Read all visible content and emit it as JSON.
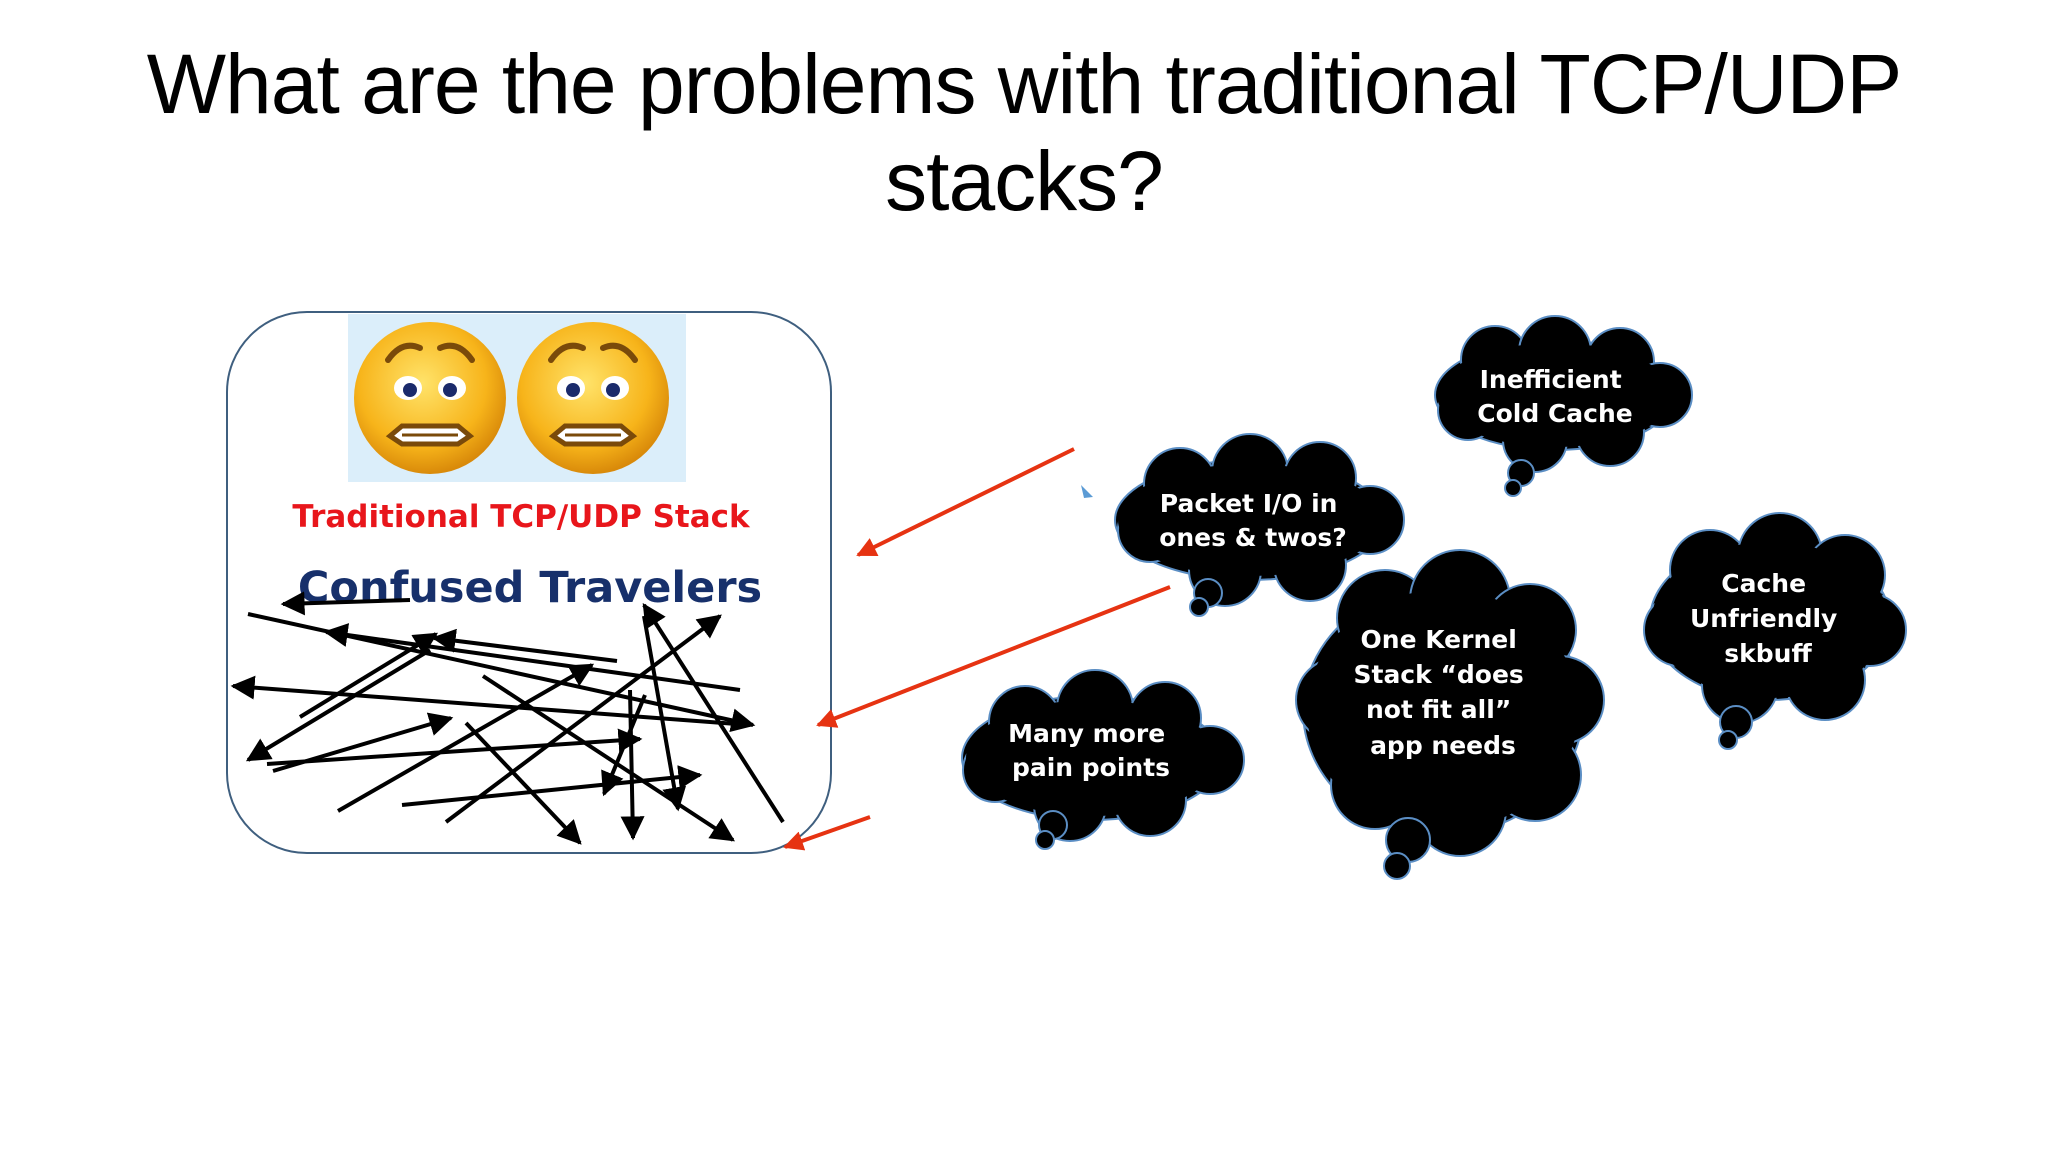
{
  "title": "What are the problems with traditional TCP/UDP stacks?",
  "stack_box": {
    "label": "Traditional TCP/UDP Stack",
    "label_color": "#e8161b",
    "subtitle": "Confused Travelers",
    "subtitle_color": "#17306b",
    "border_color": "#3f5f7f",
    "emoji_panel_color": "#dbeefa"
  },
  "emojis": [
    {
      "icon": "worried-face-icon"
    },
    {
      "icon": "worried-face-icon"
    }
  ],
  "arrow_color": "#e63312",
  "clouds": [
    {
      "id": "inefficient-cold-cache",
      "lines": [
        "Inefficient",
        "Cold Cache"
      ]
    },
    {
      "id": "packet-io",
      "lines": [
        "Packet I/O in",
        "ones & twos?"
      ]
    },
    {
      "id": "cache-unfriendly",
      "lines": [
        "Cache",
        "Unfriendly",
        "skbuff"
      ]
    },
    {
      "id": "one-kernel-stack",
      "lines": [
        "One Kernel",
        "Stack “does",
        "not fit all”",
        "app needs"
      ]
    },
    {
      "id": "many-more",
      "lines": [
        "Many more",
        "pain points"
      ]
    }
  ]
}
